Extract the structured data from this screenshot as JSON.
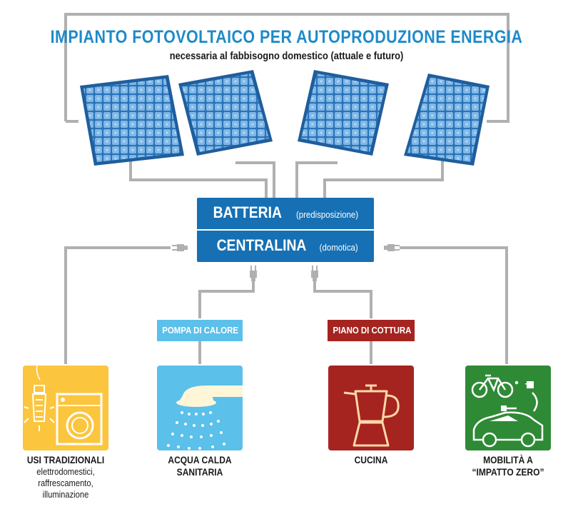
{
  "title": "IMPIANTO FOTOVOLTAICO PER AUTOPRODUZIONE ENERGIA",
  "subtitle": "necessaria al fabbisogno domestico (attuale e futuro)",
  "hub": {
    "battery_label": "BATTERIA",
    "battery_note": "(predisposizione)",
    "control_label": "CENTRALINA",
    "control_note": "(domotica)"
  },
  "colors": {
    "blue": "#1670b3",
    "light_blue": "#5bc0ea",
    "red": "#a52420",
    "yellow": "#fcc53e",
    "green": "#2f8a36",
    "wire": "#b0b0b0"
  },
  "tags": {
    "heat_pump": "POMPA DI CALORE",
    "cooktop": "PIANO DI COTTURA"
  },
  "uses": [
    {
      "line1": "USI TRADIZIONALI",
      "line2": "elettrodomestici,",
      "line3": "raffrescamento,",
      "line4": "illuminazione",
      "icon": "appliances-icon"
    },
    {
      "line1": "ACQUA CALDA",
      "line2": "SANITARIA",
      "icon": "shower-icon"
    },
    {
      "line1": "CUCINA",
      "icon": "moka-pot-icon"
    },
    {
      "line1": "MOBILITÀ A",
      "line2": "“IMPATTO ZERO”",
      "icon": "bike-car-icon"
    }
  ]
}
